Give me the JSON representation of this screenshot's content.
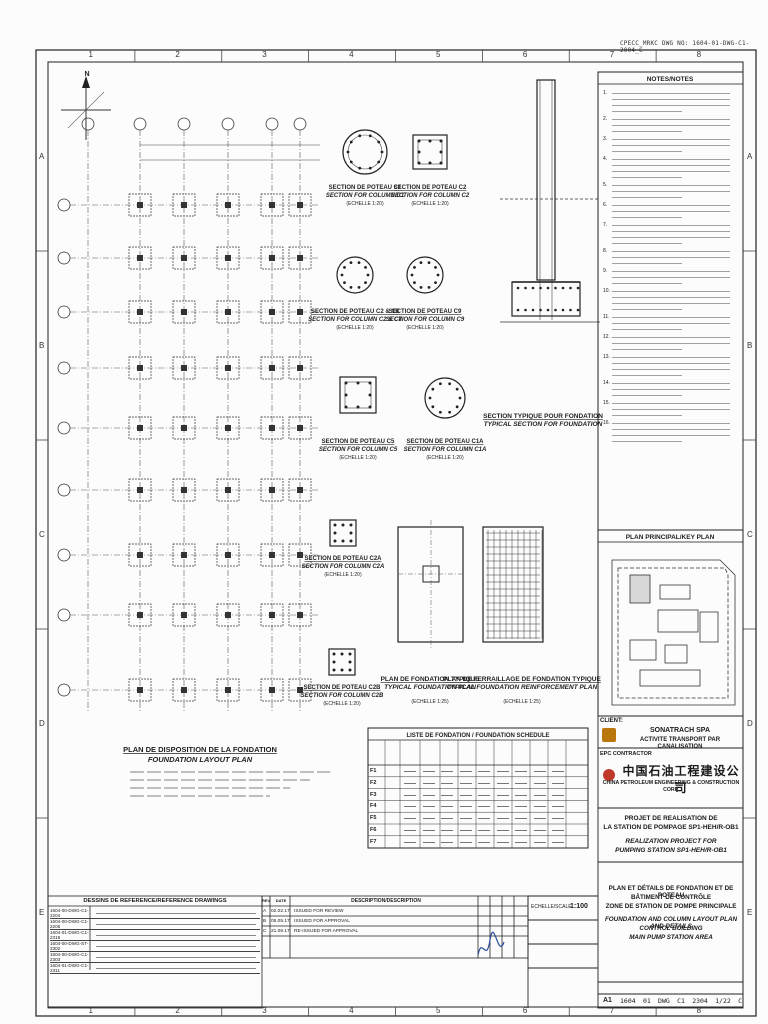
{
  "header": {
    "doc_ref": "CPECC_MRKC DWG NO: 1604-01-DWG-C1-2004_C"
  },
  "grid": {
    "columns": [
      "1",
      "2",
      "3",
      "4",
      "5",
      "6",
      "7",
      "8"
    ],
    "rows": [
      "A",
      "B",
      "C",
      "D",
      "E"
    ]
  },
  "notes": {
    "title": "NOTES/NOTES",
    "items": [
      "1.",
      "2.",
      "3.",
      "4.",
      "5.",
      "6.",
      "7.",
      "8.",
      "9.",
      "10.",
      "11.",
      "12.",
      "13.",
      "14.",
      "15.",
      "16."
    ]
  },
  "sections": {
    "c1": "SECTION DE POTEAU C1",
    "c1_en": "SECTION FOR COLUMN C1",
    "c2": "SECTION DE POTEAU C2",
    "c2_en": "SECTION FOR COLUMN C2",
    "c2c8": "SECTION DE POTEAU C2 & C8",
    "c2c8_en": "SECTION FOR COLUMN C2 & C8",
    "c9": "SECTION DE POTEAU C9",
    "c9_en": "SECTION FOR COLUMN C9",
    "c5": "SECTION DE POTEAU C5",
    "c5_en": "SECTION FOR COLUMN C5",
    "c1a": "SECTION DE POTEAU C1A",
    "c1a_en": "SECTION FOR COLUMN C1A",
    "c2a": "SECTION DE POTEAU C2A",
    "c2a_en": "SECTION FOR COLUMN C2A",
    "c2b": "SECTION DE POTEAU C2B",
    "c2b_en": "SECTION FOR COLUMN C2B",
    "typ": "SECTION TYPIQUE POUR FONDATION",
    "typ_en": "TYPICAL SECTION FOR FOUNDATION",
    "fnd": "PLAN DE FONDATION TYPIQUE",
    "fnd_en": "TYPICAL FOUNDATION PLAN",
    "reinf": "PLAN DE FERRAILLAGE DE FONDATION TYPIQUE",
    "reinf_en": "TYPICAL FOUNDATION REINFORCEMENT PLAN",
    "scale": "(ECHELLE 1:20)",
    "scale_b": "(ECHELLE 1:25)"
  },
  "layout_plan": {
    "title": "PLAN DE DISPOSITION DE LA FONDATION",
    "title_en": "FOUNDATION LAYOUT PLAN",
    "north": "N"
  },
  "key_plan": {
    "title": "PLAN PRINCIPAL/KEY PLAN"
  },
  "schedule": {
    "title": "LISTE DE FONDATION / FOUNDATION SCHEDULE",
    "rows": [
      "F1",
      "F2",
      "F3",
      "F4",
      "F5",
      "F6",
      "F7"
    ]
  },
  "client": {
    "label": "CLIENT:",
    "name": "SONATRACH SPA",
    "activity": "ACTIVITE TRANSPORT PAR CANALISATION"
  },
  "epc": {
    "label": "EPC CONTRACTOR",
    "name_cn": "中国石油工程建设公司",
    "name_en": "CHINA PETROLEUM ENGINEERING & CONSTRUCTION CORP."
  },
  "project": {
    "fr1": "PROJET DE REALISATION DE",
    "fr2": "LA STATION DE POMPAGE SP1-HEH/R-OB1",
    "en1": "REALIZATION PROJECT FOR",
    "en2": "PUMPING STATION SP1-HEH/R-OB1"
  },
  "drawing_title": {
    "l1": "PLAN ET DÉTAILS DE FONDATION ET DE POTEAU",
    "l2": "BÂTIMENT DE CONTRÔLE",
    "l3": "ZONE DE STATION DE POMPE PRINCIPALE",
    "l4": "FOUNDATION AND COLUMN LAYOUT PLAN AND DETAILS",
    "l5": "CONTROL BUILDING",
    "l6": "MAIN PUMP STATION AREA"
  },
  "titleblock": {
    "scale_label": "ECHELLE/SCALE",
    "scale": "1:100",
    "sheet_size": "A1",
    "dwg_no": [
      "1604",
      "01",
      "DWG",
      "C1",
      "2304",
      "1/22",
      "C"
    ]
  },
  "references": {
    "title": "DESSINS DE REFERENCE/REFERENCE DRAWINGS",
    "items": [
      {
        "no": "1604-00-DWG-C1-2204"
      },
      {
        "no": "1604-00-DWG-C1-2205"
      },
      {
        "no": "1604-01-DWG-C1-2318"
      },
      {
        "no": "1604-00-DWG-ST-2302"
      },
      {
        "no": "1604-00-DWG-C1-2303"
      },
      {
        "no": "1604-01-DWG-C1-2311"
      }
    ]
  },
  "revisions": {
    "headers": [
      "REV",
      "DATE",
      "DESCRIPTION/DESCRIPTION"
    ],
    "items": [
      {
        "rev": "A",
        "date": "02.02.17",
        "desc": "ISSUED FOR REVIEW"
      },
      {
        "rev": "B",
        "date": "05.05.17",
        "desc": "ISSUED FOR APPROVAL"
      },
      {
        "rev": "C",
        "date": "21.08.17",
        "desc": "RE-ISSUED FOR APPROVAL"
      }
    ]
  }
}
